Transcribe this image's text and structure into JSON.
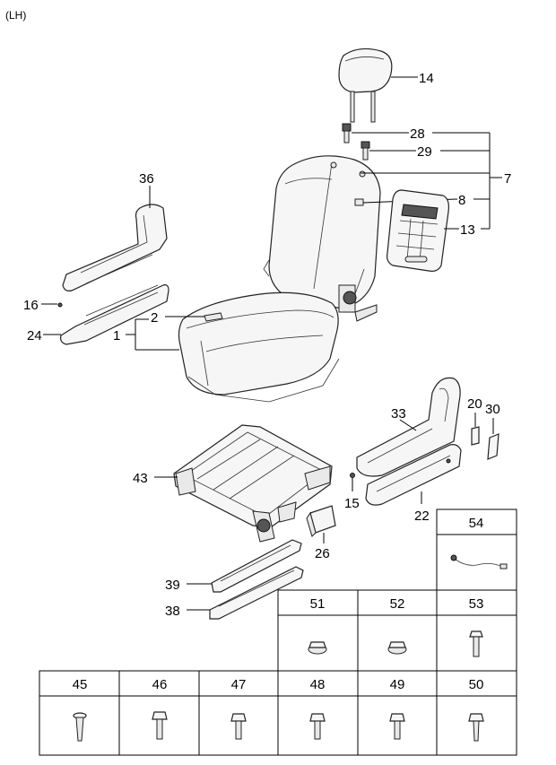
{
  "header": {
    "caption": "(LH)"
  },
  "callouts": {
    "c1": "1",
    "c2": "2",
    "c7": "7",
    "c8": "8",
    "c13": "13",
    "c14": "14",
    "c15": "15",
    "c16": "16",
    "c20": "20",
    "c22": "22",
    "c24": "24",
    "c26": "26",
    "c28": "28",
    "c29": "29",
    "c30": "30",
    "c33": "33",
    "c36": "36",
    "c38": "38",
    "c39": "39",
    "c43": "43"
  },
  "parts_table": {
    "row_top": [
      "54"
    ],
    "row_mid": [
      "51",
      "52",
      "53"
    ],
    "row_bottom": [
      "45",
      "46",
      "47",
      "48",
      "49",
      "50"
    ]
  },
  "icons": {
    "54": "wire-harness-icon",
    "51": "flange-nut-icon",
    "52": "flange-nut-icon",
    "53": "bolt-icon",
    "45": "screw-icon",
    "46": "bolt-icon",
    "47": "bolt-icon",
    "48": "bolt-icon",
    "49": "bolt-icon",
    "50": "screw-icon"
  }
}
